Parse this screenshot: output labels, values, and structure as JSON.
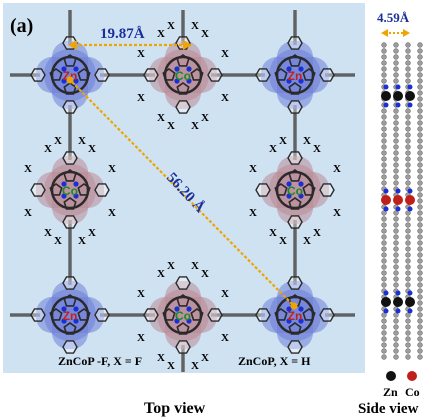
{
  "panel_label": "(a)",
  "distances": {
    "short": "19.87Å",
    "diagonal": "56.20 Å",
    "interlayer": "4.59Å"
  },
  "metal_labels": {
    "zn": "Zn",
    "co": "Co"
  },
  "substituent_symbol": "X",
  "captions": {
    "left_formula": "ZnCoP -F, X = F",
    "right_formula": "ZnCoP, X = H",
    "top_view": "Top  view",
    "side_view": "Side  view"
  },
  "legend": [
    {
      "label": "Zn",
      "color": "#111111"
    },
    {
      "label": "Co",
      "color": "#c0201c"
    }
  ],
  "colors": {
    "background": "#cfe2f2",
    "zn_halo": "#6f7fd8",
    "co_halo": "#b98a95",
    "nitrogen": "#1a2fd6",
    "zn_text": "#c0201c",
    "co_text": "#1a8a2a",
    "arrow": "#f0a400"
  }
}
